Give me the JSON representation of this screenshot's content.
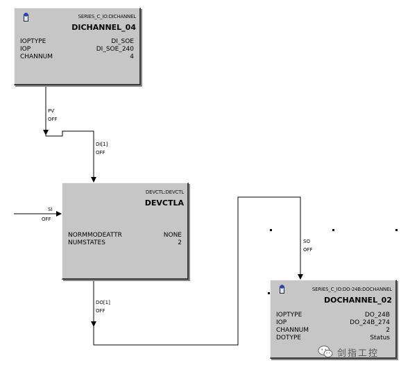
{
  "blocks": {
    "dichannel": {
      "type_label": "SERIES_C_IO:DICHANNEL",
      "name": "DICHANNEL_04",
      "params": [
        {
          "key": "IOPTYPE",
          "value": "DI_SOE"
        },
        {
          "key": "IOP",
          "value": "DI_SOE_240"
        },
        {
          "key": "CHANNUM",
          "value": "4"
        }
      ]
    },
    "devctl": {
      "type_label": "DEVCTL:DEVCTL",
      "name": "DEVCTLA",
      "params": [
        {
          "key": "NORMMODEATTR",
          "value": "NONE"
        },
        {
          "key": "NUMSTATES",
          "value": "2"
        }
      ]
    },
    "dochannel": {
      "type_label": "SERIES_C_IO:DO-24B:DOCHANNEL",
      "name": "DOCHANNEL_02",
      "params": [
        {
          "key": "IOPTYPE",
          "value": "DO_24B"
        },
        {
          "key": "IOP",
          "value": "DO_24B_274"
        },
        {
          "key": "CHANNUM",
          "value": "2"
        },
        {
          "key": "DOTYPE",
          "value": "Status"
        }
      ]
    }
  },
  "wire_labels": {
    "pv": {
      "pin": "PV",
      "state": "OFF"
    },
    "di": {
      "pin": "DI[1]",
      "state": "OFF"
    },
    "si": {
      "pin": "SI",
      "state": "OFF"
    },
    "do": {
      "pin": "DO[1]",
      "state": "OFF"
    },
    "so": {
      "pin": "SO",
      "state": "OFF"
    }
  },
  "watermark": {
    "text": "剑指工控"
  },
  "colors": {
    "block_fill": "#c6c6c6",
    "wire": "#000000",
    "icon_blue": "#2b3fbf"
  }
}
